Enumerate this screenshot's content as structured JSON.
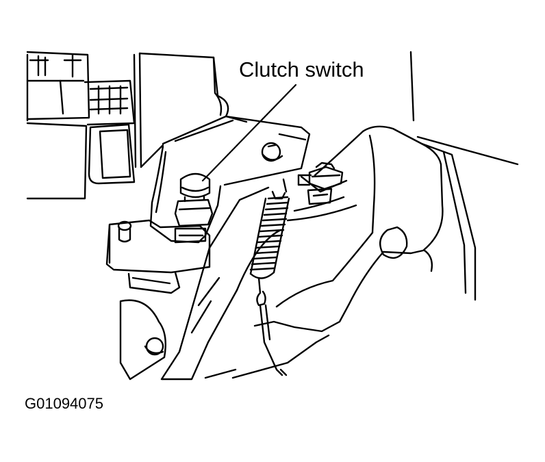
{
  "figure": {
    "callout_label": "Clutch switch",
    "figure_id": "G01094075",
    "ink_color": "#000000",
    "background_color": "#ffffff"
  },
  "parts": [
    "fuse-relay-box",
    "steering-column-bracket",
    "switch-mounting-bracket",
    "clutch-switch",
    "mounting-bolt",
    "return-spring",
    "clutch-pedal-arm",
    "pedal-pivot-support",
    "adjuster-nut",
    "pushrod"
  ]
}
